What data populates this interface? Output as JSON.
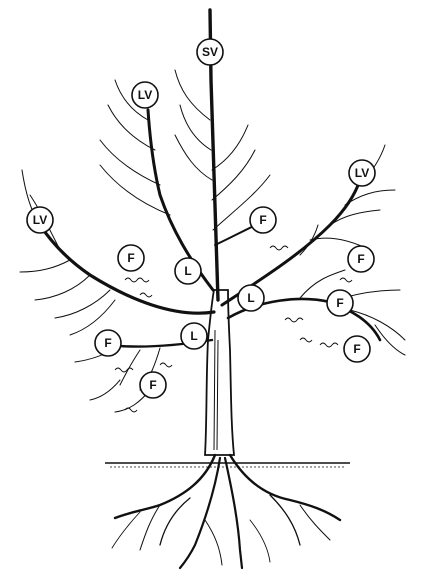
{
  "labels": [
    {
      "id": "sv",
      "text": "SV"
    },
    {
      "id": "lv-top",
      "text": "LV"
    },
    {
      "id": "lv-left",
      "text": "LV"
    },
    {
      "id": "lv-right",
      "text": "LV"
    },
    {
      "id": "f-upper-right",
      "text": "F"
    },
    {
      "id": "f-right-1",
      "text": "F"
    },
    {
      "id": "f-right-2",
      "text": "F"
    },
    {
      "id": "f-right-3",
      "text": "F"
    },
    {
      "id": "f-left-1",
      "text": "F"
    },
    {
      "id": "f-left-2",
      "text": "F"
    },
    {
      "id": "f-left-3",
      "text": "F"
    },
    {
      "id": "l-upper-left",
      "text": "L"
    },
    {
      "id": "l-right",
      "text": "L"
    },
    {
      "id": "l-lower-left",
      "text": "L"
    }
  ]
}
